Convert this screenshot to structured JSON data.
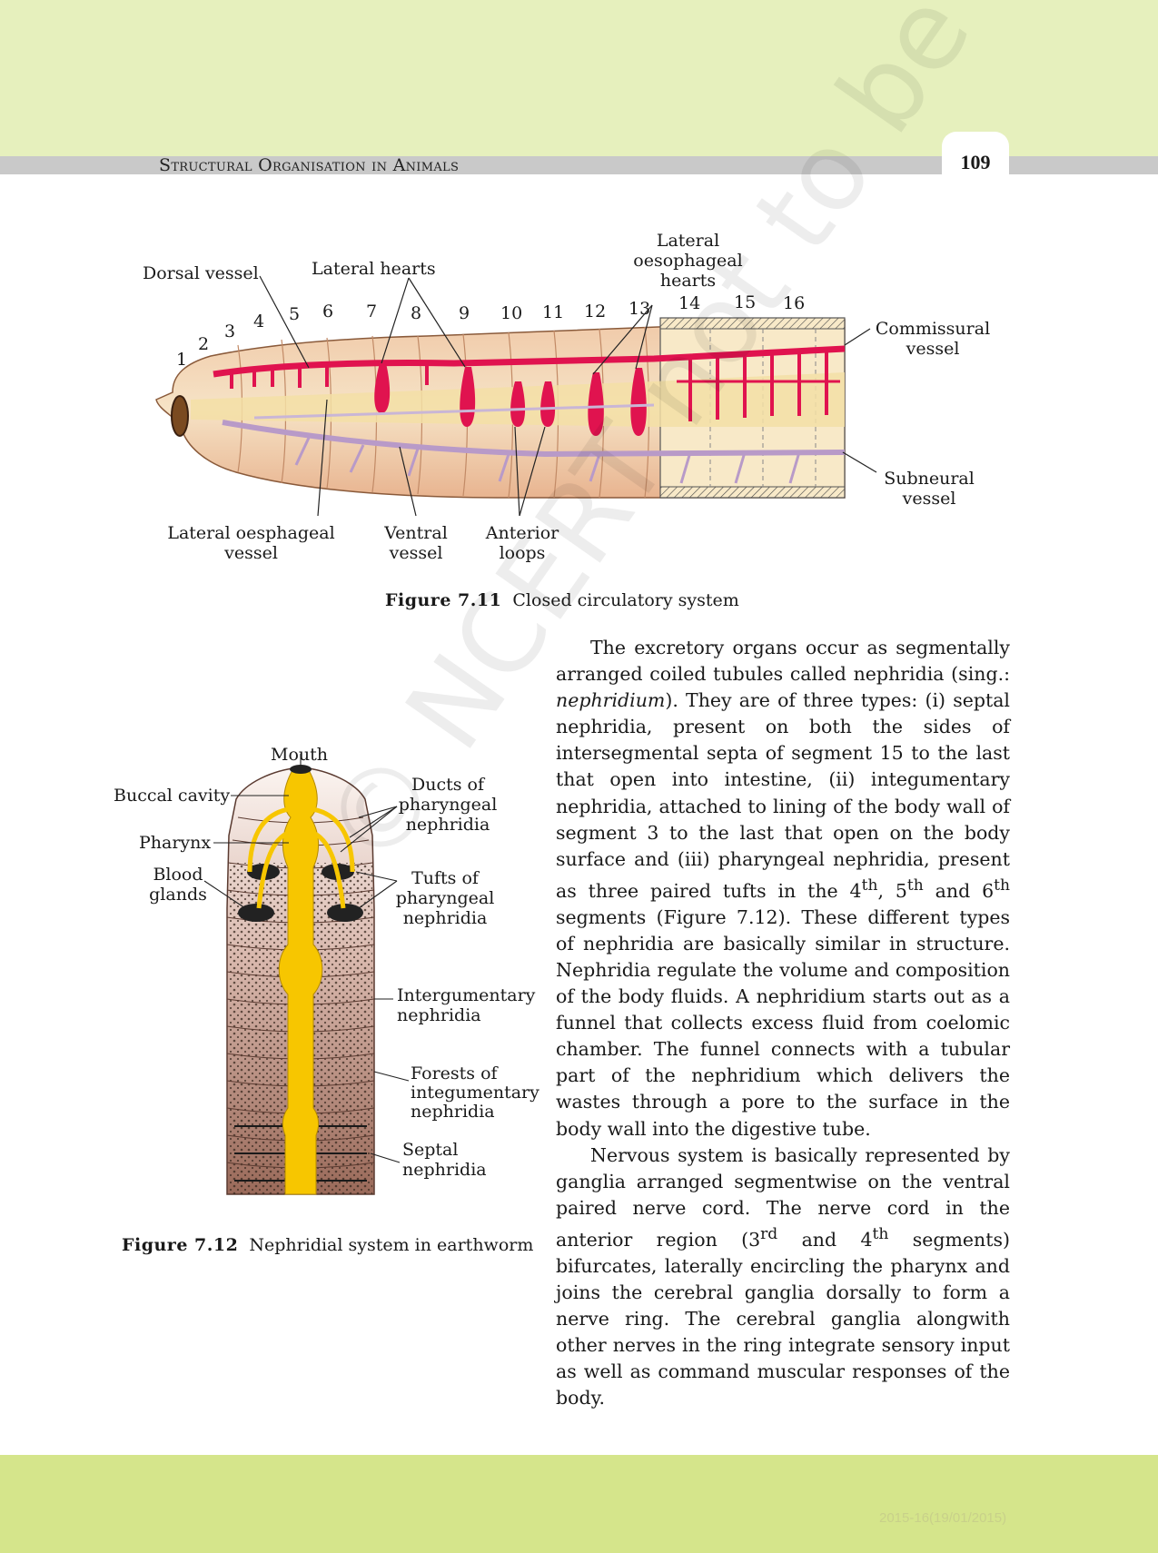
{
  "header": {
    "title": "Structural Organisation in Animals",
    "page_number": "109"
  },
  "figure_11": {
    "caption_number": "Figure 7.11",
    "caption_text": "Closed circulatory system",
    "segment_numbers": [
      "1",
      "2",
      "3",
      "4",
      "5",
      "6",
      "7",
      "8",
      "9",
      "10",
      "11",
      "12",
      "13",
      "14",
      "15",
      "16"
    ],
    "labels": {
      "dorsal_vessel": "Dorsal vessel",
      "lateral_hearts": "Lateral hearts",
      "lateral_oesophageal_hearts_1": "Lateral",
      "lateral_oesophageal_hearts_2": "oesophageal",
      "lateral_oesophageal_hearts_3": "hearts",
      "commissural_1": "Commissural",
      "commissural_2": "vessel",
      "subneural_1": "Subneural",
      "subneural_2": "vessel",
      "lateral_oesphageal_vessel_1": "Lateral oesphageal",
      "lateral_oesphageal_vessel_2": "vessel",
      "ventral_1": "Ventral",
      "ventral_2": "vessel",
      "anterior_1": "Anterior",
      "anterior_2": "loops"
    }
  },
  "figure_12": {
    "caption_number": "Figure 7.12",
    "caption_text": "Nephridial system in earthworm",
    "labels": {
      "mouth": "Mouth",
      "buccal_cavity": "Buccal cavity",
      "pharynx": "Pharynx",
      "blood_glands_1": "Blood",
      "blood_glands_2": "glands",
      "ducts_1": "Ducts of",
      "ducts_2": "pharyngeal",
      "ducts_3": "nephridia",
      "tufts_1": "Tufts of",
      "tufts_2": "pharyngeal",
      "tufts_3": "nephridia",
      "intergumentary_1": "Intergumentary",
      "intergumentary_2": "nephridia",
      "forests_1": "Forests of",
      "forests_2": "integumentary",
      "forests_3": "nephridia",
      "septal_1": "Septal",
      "septal_2": "nephridia"
    }
  },
  "body": {
    "para1_a": "The excretory organs occur as segmentally arranged coiled tubules called nephridia (sing.: ",
    "para1_italic": "nephridium",
    "para1_b": "). They are of three types: (i) septal nephridia, present on both the sides of intersegmental septa of segment 15 to the last that open into intestine, (ii) integumentary nephridia, attached to lining of the body wall of segment 3 to the last that open on the body surface and (iii) pharyngeal nephridia, present as three paired tufts in the 4",
    "sup_th1": "th",
    "para1_c": ", 5",
    "sup_th2": "th",
    "para1_d": " and 6",
    "sup_th3": "th",
    "para1_e": " segments (Figure 7.12). These different types of nephridia are basically similar in structure. Nephridia regulate the volume and composition of the body fluids. A nephridium starts out as a funnel that collects excess fluid from coelomic chamber. The funnel connects with a tubular part of the nephridium which delivers the wastes through a pore to the surface in the body wall into the digestive tube.",
    "para2_a": "Nervous system is basically represented by ganglia arranged segmentwise on the ventral paired nerve cord. The nerve cord in the anterior region (3",
    "sup_rd": "rd",
    "para2_b": " and 4",
    "sup_th4": "th",
    "para2_c": " segments) bifurcates, laterally encircling the pharynx and joins the cerebral ganglia dorsally to form a nerve ring. The cerebral ganglia alongwith other nerves in the ring integrate sensory input as well as command muscular responses of the body."
  },
  "watermark": "© NCERT not to be republished",
  "footer": {
    "date": "2015-16(19/01/2015)"
  },
  "colors": {
    "top_band": "#e6f0bd",
    "bottom_band": "#d5e58b",
    "vessel_red": "#e0134f",
    "nephridia_yellow": "#f7c600"
  }
}
